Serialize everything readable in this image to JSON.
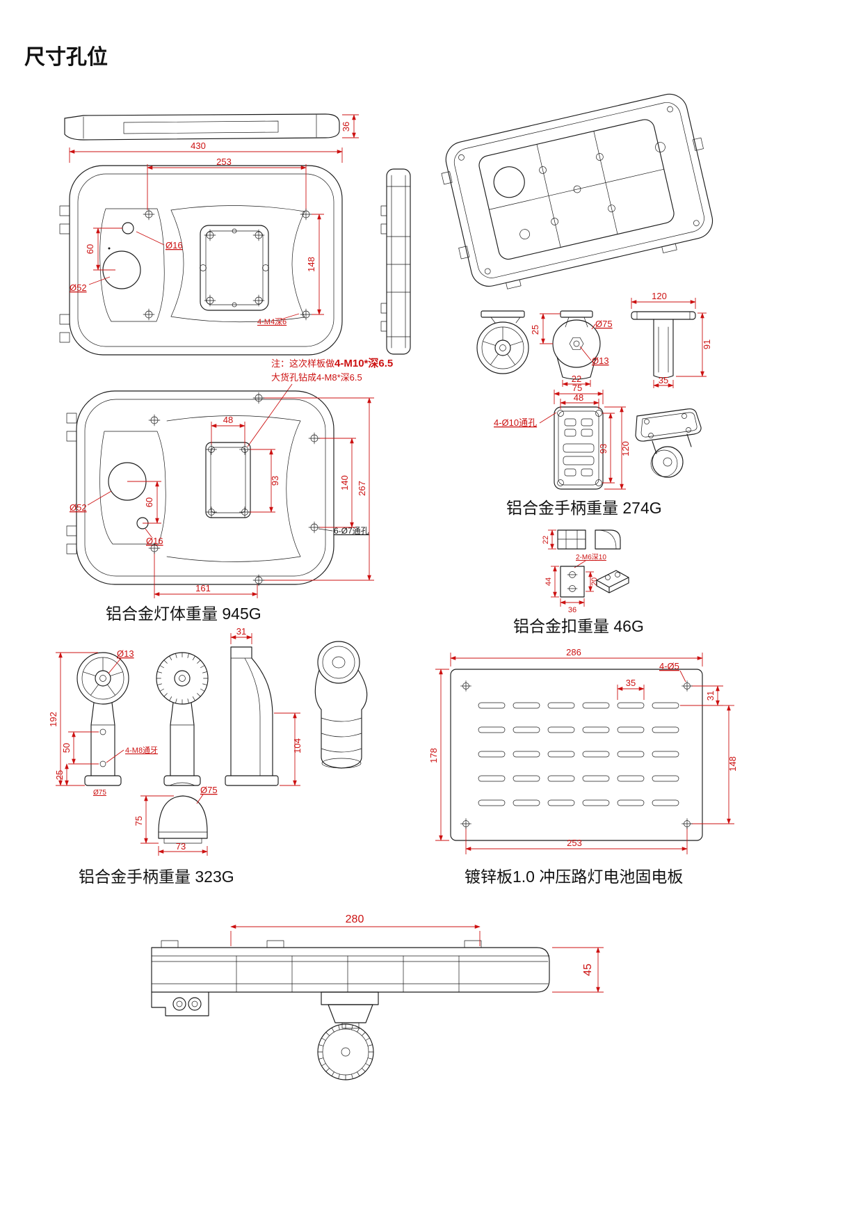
{
  "title": "尺寸孔位",
  "colors": {
    "line": "#1a1a1a",
    "dim": "#cc1111"
  },
  "lamp_top": {
    "d430": "430",
    "d253": "253",
    "d36": "36",
    "d60": "60",
    "d148": "148",
    "dia16": "Ø16",
    "dia52": "Ø52",
    "thread": "4-M4深6",
    "note_prefix": "注：这次样板做",
    "note_bold": "4-M10*深6.5",
    "note_line2": "大货孔钻成4-M8*深6.5"
  },
  "lamp_bottom": {
    "d48": "48",
    "d93": "93",
    "d140": "140",
    "d267": "267",
    "d60": "60",
    "d161": "161",
    "dia52": "Ø52",
    "dia16": "Ø16",
    "holes": "6-Ø7通孔",
    "label": "铝合金灯体重量  945G"
  },
  "handle_274": {
    "d120": "120",
    "d91": "91",
    "dia75": "Ø75",
    "d25": "25",
    "dia13": "Ø13",
    "d22": "22",
    "d35": "35",
    "d75": "75",
    "d48": "48",
    "holes": "4-Ø10通孔",
    "d93": "93",
    "d120b": "120",
    "label": "铝合金手柄重量  274G"
  },
  "clip_46": {
    "d22": "22",
    "thread": "2-M6深10",
    "d44": "44",
    "d20": "20",
    "d36": "36",
    "label": "铝合金扣重量  46G"
  },
  "handle_323": {
    "dia13": "Ø13",
    "d192": "192",
    "d50": "50",
    "d25": "25",
    "thread": "4-M8通牙",
    "dia75_flange": "Ø75",
    "d31": "31",
    "d104": "104",
    "dia75_dome": "Ø75",
    "d75": "75",
    "d73": "73",
    "label": "铝合金手柄重量  323G"
  },
  "plate": {
    "d286": "286",
    "holes": "4-Ø5",
    "d35": "35",
    "d31": "31",
    "d148": "148",
    "d178": "178",
    "d253": "253",
    "label": "镀锌板1.0 冲压路灯电池固电板"
  },
  "assembly": {
    "d280": "280",
    "d45": "45"
  }
}
